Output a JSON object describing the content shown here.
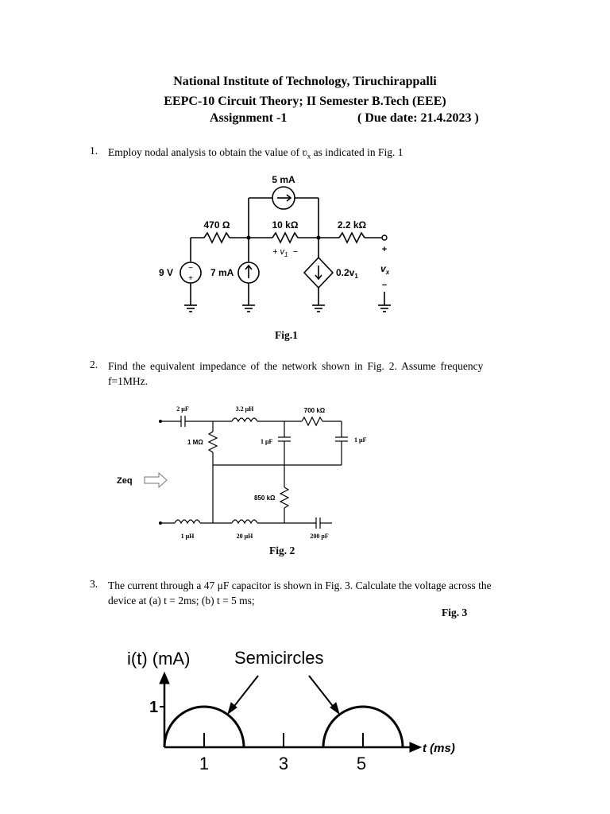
{
  "header": {
    "line1": "National Institute of Technology, Tiruchirappalli",
    "line2": "EEPC-10 Circuit Theory; II Semester B.Tech (EEE)",
    "line3_left": "Assignment -1",
    "line3_right": "( Due date: 21.4.2023 )"
  },
  "q1": {
    "number": "1.",
    "text": "Employ nodal analysis to obtain the value of ʋ",
    "sub": "x",
    "text_end": " as indicated in Fig. 1",
    "caption": "Fig.1",
    "figure": {
      "current_source_top": "5 mA",
      "r1": "470 Ω",
      "r2": "10 kΩ",
      "r3": "2.2 kΩ",
      "v1_label": "+ v",
      "v1_sub": "1",
      "v1_minus": "−",
      "vsource": "9 V",
      "isource": "7 mA",
      "dep_source": "0.2v",
      "dep_sub": "1",
      "vx_plus": "+",
      "vx_label": "v",
      "vx_sub": "x",
      "vx_minus": "−"
    }
  },
  "q2": {
    "number": "2.",
    "line1": "Find the equivalent impedance of the network shown in Fig. 2. Assume frequency",
    "line2": "f=1MHz.",
    "caption": "Fig. 2",
    "figure": {
      "c1": "2 μF",
      "l1": "3.2 μH",
      "r1": "700 kΩ",
      "r2": "1 MΩ",
      "c2": "1 μF",
      "c3": "1 μF",
      "zeq": "Zeq",
      "r3": "850 kΩ",
      "l2": "1 μH",
      "l3": "20 μH",
      "c4": "200 pF"
    }
  },
  "q3": {
    "number": "3.",
    "line1": "The current through a 47 μF capacitor is shown in Fig. 3. Calculate the voltage across the",
    "line2": "device at (a) t = 2ms; (b) t = 5 ms;",
    "caption": "Fig. 3",
    "figure": {
      "ylabel": "i(t) (mA)",
      "annotation": "Semicircles",
      "y_tick": "1",
      "x_ticks": [
        "1",
        "3",
        "5"
      ],
      "xlabel": "t (ms)"
    }
  }
}
